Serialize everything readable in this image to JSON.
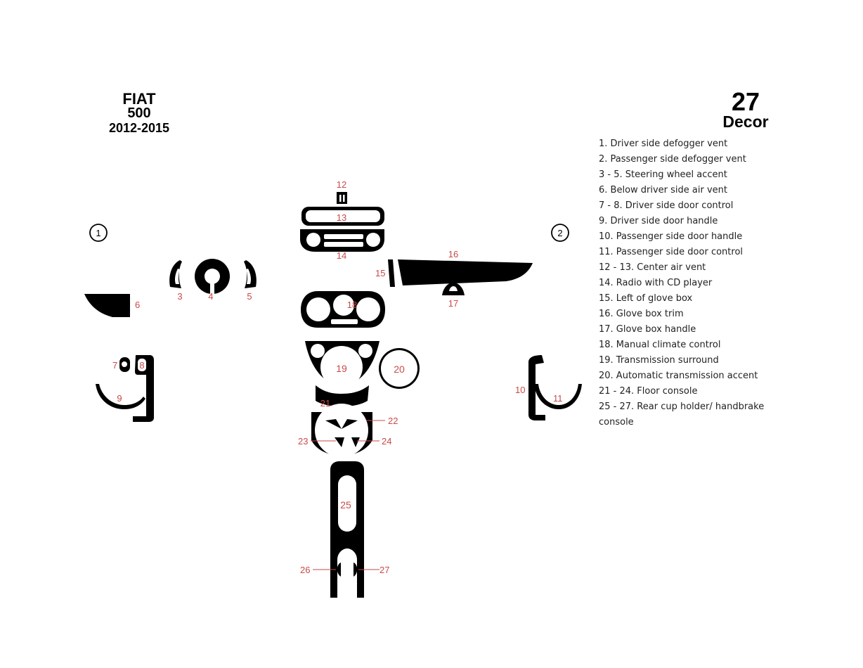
{
  "header": {
    "make": "FIAT",
    "model": "500",
    "years": "2012-2015"
  },
  "kit": {
    "count": "27",
    "word": "Decor"
  },
  "legend": [
    "1. Driver side defogger vent",
    "2. Passenger side defogger vent",
    "3 - 5. Steering wheel accent",
    "6. Below driver side air vent",
    "7 - 8. Driver side door control",
    "9. Driver side door handle",
    "10. Passenger side door handle",
    "11. Passenger side door control",
    "12 - 13. Center air vent",
    "14. Radio with CD player",
    "15. Left of glove box",
    "16. Glove box trim",
    "17. Glove box handle",
    "18. Manual climate control",
    "19. Transmission surround",
    "20. Automatic transmission accent",
    "21 - 24. Floor console",
    "25 - 27. Rear cup holder/ handbrake",
    "console"
  ],
  "part_labels": {
    "p1": "1",
    "p2": "2",
    "p3": "3",
    "p4": "4",
    "p5": "5",
    "p6": "6",
    "p7": "7",
    "p8": "8",
    "p9": "9",
    "p10": "10",
    "p11": "11",
    "p12": "12",
    "p13": "13",
    "p14": "14",
    "p15": "15",
    "p16": "16",
    "p17": "17",
    "p18": "18",
    "p19": "19",
    "p20": "20",
    "p21": "21",
    "p22": "22",
    "p23": "23",
    "p24": "24",
    "p25": "25",
    "p26": "26",
    "p27": "27"
  },
  "colors": {
    "part_fill": "#000000",
    "label_color": "#c94a4a"
  }
}
